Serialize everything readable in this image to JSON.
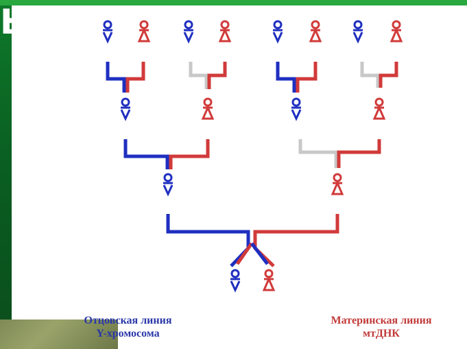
{
  "slide": {
    "corner_letter": "Ь",
    "colors": {
      "male": "#1f2fc0",
      "female": "#d13a3a",
      "neutral_link": "#c8c8c8",
      "background": "#0b6a26"
    }
  },
  "tree": {
    "grandparents_icons": [
      "male-icon",
      "female-icon",
      "male-icon",
      "female-icon",
      "male-icon",
      "female-icon",
      "male-icon",
      "female-icon"
    ],
    "parents_icons": [
      "male-icon",
      "female-icon",
      "male-icon",
      "female-icon"
    ],
    "generation_two_icons": [
      "male-icon",
      "female-icon"
    ],
    "children_icons": [
      "male-icon",
      "female-icon"
    ]
  },
  "captions": {
    "paternal_line": "Отцовская линия",
    "paternal_carrier": "Y-хромосома",
    "maternal_line": "Материнская линия",
    "maternal_carrier": "мтДНК"
  }
}
